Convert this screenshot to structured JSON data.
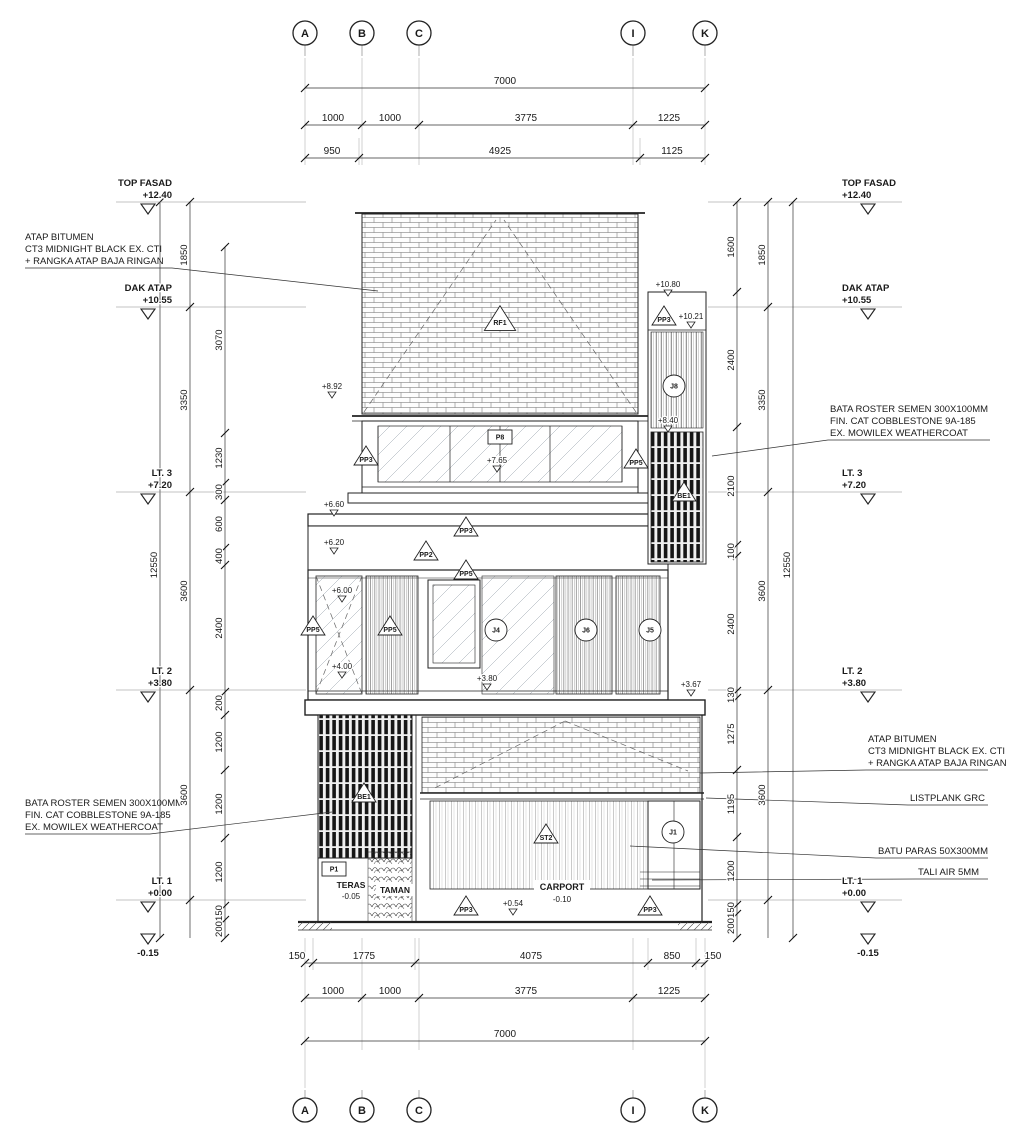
{
  "grid": {
    "labels": [
      "A",
      "B",
      "C",
      "I",
      "K"
    ]
  },
  "dims_top": {
    "overall": "7000",
    "row2": [
      "1000",
      "1000",
      "3775",
      "1225"
    ],
    "row3": [
      "950",
      "4925",
      "1125"
    ]
  },
  "dims_bottom": {
    "row1": [
      "150",
      "1775",
      "4075",
      "850",
      "150"
    ],
    "row2": [
      "1000",
      "1000",
      "3775",
      "1225"
    ],
    "overall": "7000"
  },
  "dims_left": {
    "overall": "12550",
    "outer": [
      "1850",
      "3350",
      "3600",
      "3600"
    ],
    "inner": [
      "3070",
      "1230",
      "300",
      "600",
      "400",
      "2400",
      "200",
      "1200",
      "1200",
      "1200",
      "150",
      "200"
    ]
  },
  "dims_right": {
    "overall": "12550",
    "outer": [
      "1850",
      "3350",
      "3600",
      "3600"
    ],
    "inner": [
      "1600",
      "2400",
      "2100",
      "100",
      "2400",
      "130",
      "1275",
      "1195",
      "1200",
      "150",
      "200"
    ]
  },
  "levels_left": [
    {
      "name": "TOP FASAD",
      "value": "+12.40"
    },
    {
      "name": "DAK ATAP",
      "value": "+10.55"
    },
    {
      "name": "LT. 3",
      "value": "+7.20"
    },
    {
      "name": "LT. 2",
      "value": "+3.80"
    },
    {
      "name": "LT. 1",
      "value": "+0.00"
    },
    {
      "name": "",
      "value": "-0.15"
    }
  ],
  "levels_right": [
    {
      "name": "TOP FASAD",
      "value": "+12.40"
    },
    {
      "name": "DAK ATAP",
      "value": "+10.55"
    },
    {
      "name": "LT. 3",
      "value": "+7.20"
    },
    {
      "name": "LT. 2",
      "value": "+3.80"
    },
    {
      "name": "LT. 1",
      "value": "+0.00"
    },
    {
      "name": "",
      "value": "-0.15"
    }
  ],
  "spots": {
    "s892": "+8.92",
    "s1080": "+10.80",
    "s1021": "+10.21",
    "s840": "+8.40",
    "s765": "+7.65",
    "s660": "+6.60",
    "s620": "+6.20",
    "s600": "+6.00",
    "s400": "+4.00",
    "s380": "+3.80",
    "s367": "+3.67",
    "s054": "+0.54",
    "s010m": "-0.10",
    "s005m": "-0.05"
  },
  "tags": {
    "rf1": "RF1",
    "p8": "P8",
    "pp3": "PP3",
    "pp5": "PP5",
    "pp2": "PP2",
    "be1": "BE1",
    "st2": "ST2",
    "p1": "P1",
    "j8": "J8",
    "j4": "J4",
    "j6": "J6",
    "j5": "J5",
    "j1": "J1"
  },
  "rooms": {
    "teras": "TERAS",
    "taman": "TAMAN",
    "carport": "CARPORT"
  },
  "annotations": {
    "roof_upper": [
      "ATAP BITUMEN",
      "CT3 MIDNIGHT BLACK EX. CTI",
      "+ RANGKA ATAP BAJA RINGAN"
    ],
    "roster_right": [
      "BATA ROSTER SEMEN 300X100MM",
      "FIN. CAT COBBLESTONE 9A-185",
      "EX. MOWILEX WEATHERCOAT"
    ],
    "roster_left": [
      "BATA ROSTER SEMEN 300X100MM",
      "FIN. CAT COBBLESTONE 9A-185",
      "EX. MOWILEX WEATHERCOAT"
    ],
    "roof_lower": [
      "ATAP BITUMEN",
      "CT3 MIDNIGHT BLACK EX. CTI",
      "+ RANGKA ATAP BAJA RINGAN"
    ],
    "listplank": "LISTPLANK GRC",
    "batu_paras": "BATU PARAS 50X300MM",
    "tali_air": "TALI AIR 5MM"
  }
}
